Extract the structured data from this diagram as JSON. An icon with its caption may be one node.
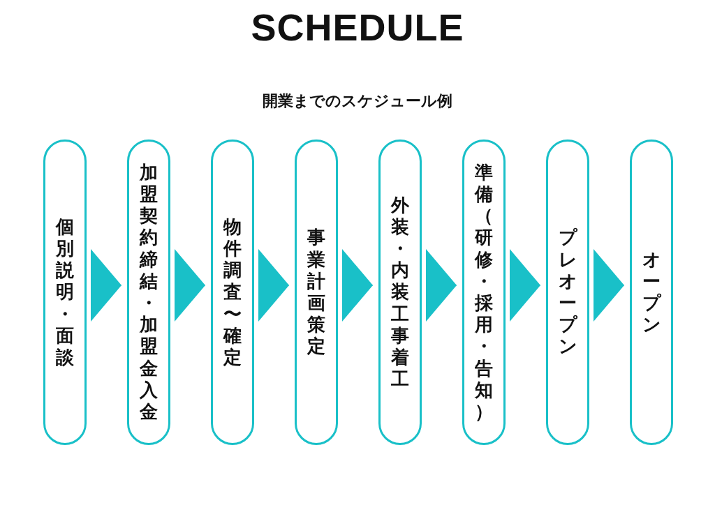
{
  "diagram": {
    "title": "SCHEDULE",
    "nodes": [
      {
        "text": [
          "個別説明・面談"
        ]
      },
      {
        "text": [
          "加盟契約締結・加盟金入金"
        ]
      },
      {
        "text": [
          "物件調査〜確定"
        ]
      },
      {
        "text": [
          "事業計画策定"
        ]
      },
      {
        "text": [
          "外装・内装工事着工"
        ]
      },
      {
        "text": [
          "準備（研修・採用・告知）"
        ]
      },
      {
        "text": [
          "プレオープン"
        ]
      },
      {
        "text": [
          "オープン"
        ]
      }
    ],
    "edges": [
      {
        "from": 0,
        "to": 1,
        "arrow": "to"
      },
      {
        "from": 1,
        "to": 2,
        "arrow": "to"
      },
      {
        "from": 2,
        "to": 3,
        "arrow": "to"
      },
      {
        "from": 3,
        "to": 4,
        "arrow": "to"
      },
      {
        "from": 4,
        "to": 5,
        "arrow": "to"
      },
      {
        "from": 5,
        "to": 6,
        "arrow": "to"
      },
      {
        "from": 6,
        "to": 7,
        "arrow": "to"
      }
    ],
    "labels": [
      "開業までのスケジュール例"
    ]
  }
}
